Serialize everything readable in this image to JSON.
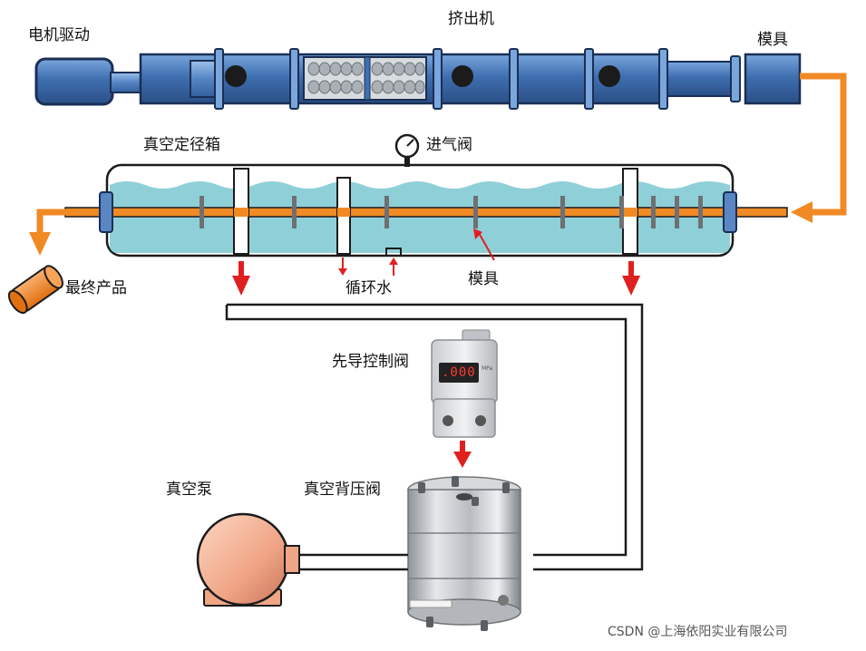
{
  "labels": {
    "motor_drive": "电机驱动",
    "extruder": "挤出机",
    "die_top": "模具",
    "vacuum_tank": "真空定径箱",
    "air_valve": "进气阀",
    "final_product": "最终产品",
    "circulating_water": "循环水",
    "die_bottom": "模具",
    "pilot_valve": "先导控制阀",
    "vacuum_pump": "真空泵",
    "back_pressure_valve": "真空背压阀"
  },
  "controller": {
    "display": ".000",
    "unit": "MPa"
  },
  "watermark": "CSDN @上海依阳实业有限公司",
  "colors": {
    "extruder_blue": "#3f6fb0",
    "water": "#8fd0d8",
    "product_orange": "#f08a24",
    "arrow_red": "#e02020",
    "pump_salmon": "#f0a585",
    "steel": "#c9cdd2"
  },
  "icons": {
    "gauge": "pressure-gauge-icon",
    "arrows": "flow-arrow-icon"
  }
}
